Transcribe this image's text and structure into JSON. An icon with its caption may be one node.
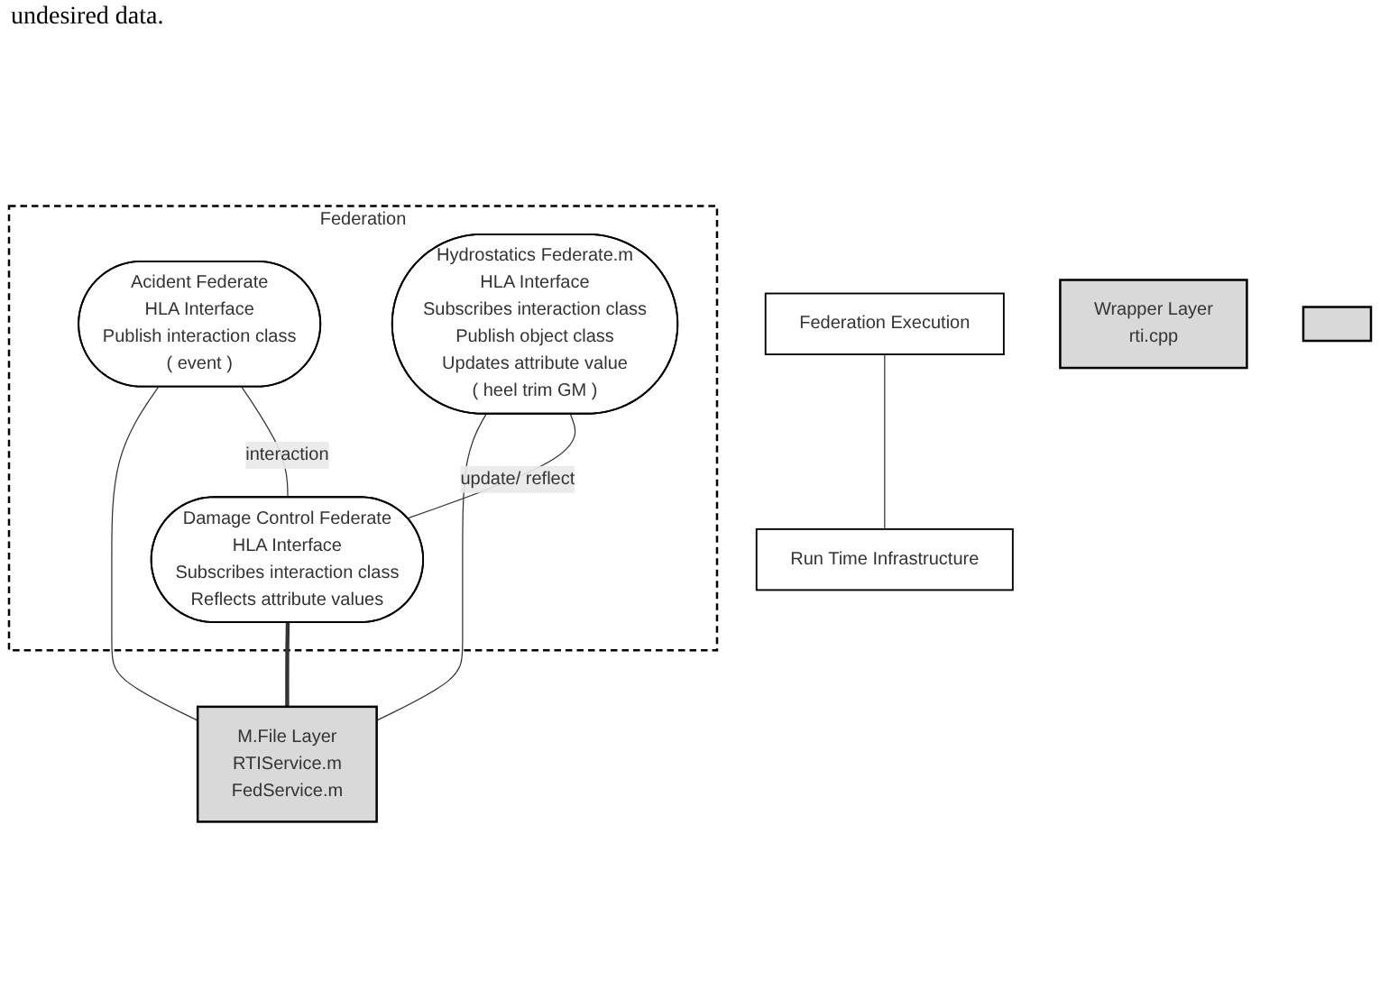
{
  "diagram": {
    "nodes": [
      {
        "text": [
          "Federation"
        ]
      },
      {
        "text": [
          "Acident Federate",
          "HLA Interface",
          "Publish interaction class",
          "( event )"
        ],
        "in": 0
      },
      {
        "text": [
          "Hydrostatics Federate.m",
          "HLA Interface",
          "Subscribes interaction class",
          "Publish object class",
          "Updates attribute value",
          "( heel trim GM )"
        ],
        "in": 0
      },
      {
        "text": [
          "Damage Control Federate",
          "HLA Interface",
          "Subscribes interaction class",
          "Reflects attribute values"
        ],
        "in": 0
      },
      {
        "text": [
          "Federation Execution"
        ]
      },
      {
        "text": [
          "M.File Layer",
          "RTIService.m",
          "FedService.m"
        ]
      },
      {
        "text": [
          "Wrapper Layer",
          "rti.cpp"
        ]
      },
      {
        "text": [],
        "shape": "box"
      },
      {
        "text": [
          "Run Time Infrastructure"
        ]
      }
    ],
    "edges": [
      {
        "from": 1,
        "to": 5,
        "arrow": "none"
      },
      {
        "from": 2,
        "to": 5,
        "arrow": "none"
      },
      {
        "from": 3,
        "to": 5,
        "arrow": "none",
        "style": "thick"
      },
      {
        "from": 2,
        "to": 3,
        "arrow": "none",
        "label": "update/ reflect"
      },
      {
        "from": 1,
        "to": 3,
        "arrow": "none",
        "label": "interaction"
      },
      {
        "from": 4,
        "to": 8,
        "arrow": "none"
      }
    ],
    "labels": [
      "undesired data."
    ]
  }
}
